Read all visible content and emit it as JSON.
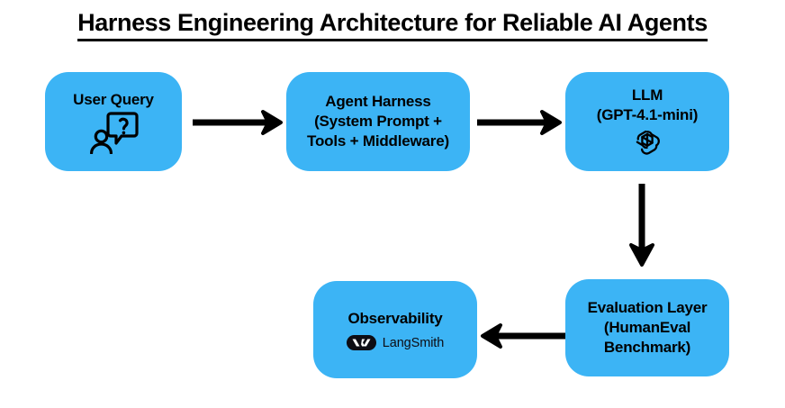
{
  "title": "Harness Engineering Architecture for Reliable AI Agents",
  "colors": {
    "node_fill": "#3cb4f5",
    "text": "#000000",
    "arrow": "#000000",
    "background": "#ffffff"
  },
  "nodes": {
    "user_query": {
      "label": "User Query",
      "icon": "user-question-icon"
    },
    "agent_harness": {
      "label": "Agent Harness\n(System Prompt +\nTools + Middleware)"
    },
    "llm": {
      "label": "LLM\n(GPT-4.1-mini)",
      "icon": "openai-logo-icon"
    },
    "evaluation": {
      "label": "Evaluation Layer\n(HumanEval\nBenchmark)"
    },
    "observability": {
      "label": "Observability",
      "badge": {
        "mark": "langsmith-logo-icon",
        "word": "LangSmith"
      }
    }
  },
  "arrows": [
    {
      "name": "user-query-to-agent-harness",
      "direction": "right",
      "from": "user_query",
      "to": "agent_harness"
    },
    {
      "name": "agent-harness-to-llm",
      "direction": "right",
      "from": "agent_harness",
      "to": "llm"
    },
    {
      "name": "llm-to-evaluation",
      "direction": "down",
      "from": "llm",
      "to": "evaluation"
    },
    {
      "name": "evaluation-to-observability",
      "direction": "left",
      "from": "evaluation",
      "to": "observability"
    }
  ]
}
